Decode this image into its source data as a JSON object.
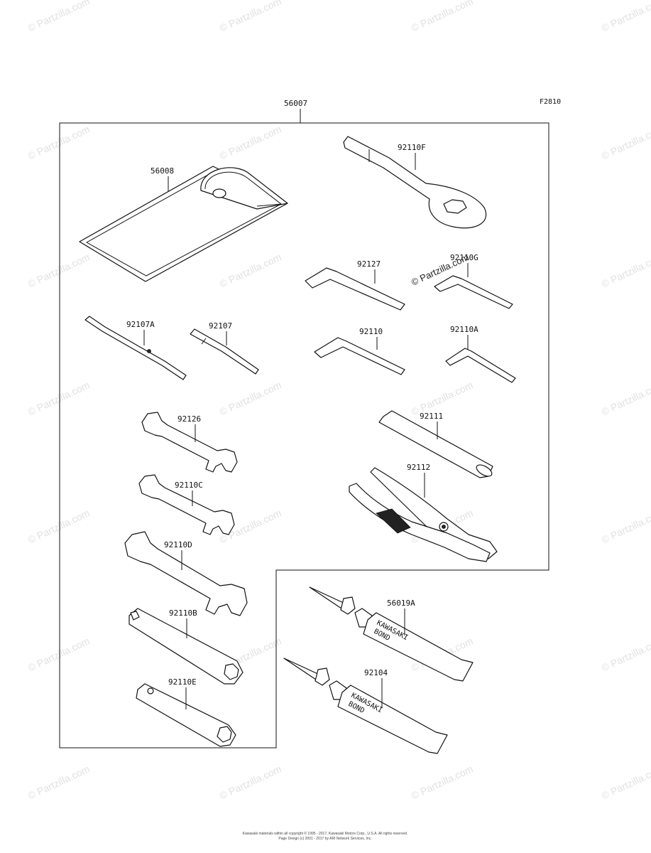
{
  "figure_code": "F2810",
  "group_part": "56007",
  "parts": {
    "p56008": "56008",
    "p92110F": "92110F",
    "p92127": "92127",
    "p92110G": "92110G",
    "p92107A": "92107A",
    "p92107": "92107",
    "p92110": "92110",
    "p92110A": "92110A",
    "p92126": "92126",
    "p92111": "92111",
    "p92112": "92112",
    "p92110C": "92110C",
    "p92110D": "92110D",
    "p56019A": "56019A",
    "p92110B": "92110B",
    "p92104": "92104",
    "p92110E": "92110E"
  },
  "tube_brand": "KAWASAKI",
  "tube_product": "BOND",
  "watermark_text": "© Partzilla.com",
  "copyright_line1": "Kawasaki materials within all copyright © 1995 - 2017, Kawasaki Motors Corp., U.S.A. All rights reserved.",
  "copyright_line2": "Page Design (c) 2001 - 2017 by ARI Network Services, Inc."
}
